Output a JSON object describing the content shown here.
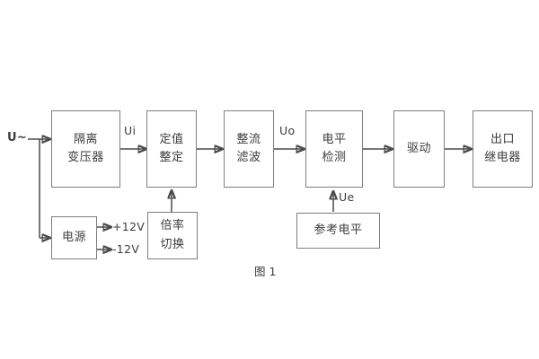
{
  "diagram": {
    "caption": "图 1",
    "input_label": "U~",
    "blocks": [
      {
        "id": "isolation-transformer",
        "lines": [
          "隔离",
          "变压器"
        ]
      },
      {
        "id": "setting-value",
        "lines": [
          "定值",
          "整定"
        ]
      },
      {
        "id": "rectifier-filter",
        "lines": [
          "整流",
          "滤波"
        ]
      },
      {
        "id": "level-detection",
        "lines": [
          "电平",
          "检测"
        ]
      },
      {
        "id": "driver",
        "lines": [
          "驱动"
        ]
      },
      {
        "id": "output-relay",
        "lines": [
          "出口",
          "继电器"
        ]
      },
      {
        "id": "power-supply",
        "lines": [
          "电源"
        ]
      },
      {
        "id": "multiplier-switch",
        "lines": [
          "倍率",
          "切换"
        ]
      },
      {
        "id": "reference-level",
        "lines": [
          "参考电平"
        ]
      }
    ],
    "signals": [
      {
        "id": "ui",
        "text": "Ui"
      },
      {
        "id": "uo",
        "text": "Uo"
      },
      {
        "id": "ue",
        "text": "Ue"
      }
    ],
    "rails": [
      {
        "id": "positive-12v",
        "text": "+12V"
      },
      {
        "id": "negative-12v",
        "text": "-12V"
      }
    ],
    "colors": {
      "stroke": "#7e7e7e",
      "wire": "#4a4a4a",
      "text": "#3c3c3c",
      "background": "#ffffff"
    }
  }
}
